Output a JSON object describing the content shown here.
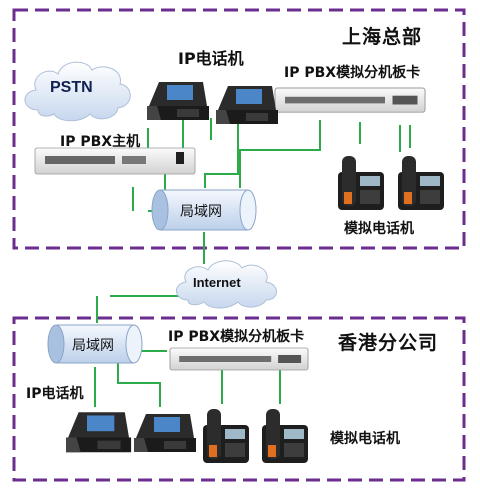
{
  "sites": {
    "hq": {
      "title": "上海总部"
    },
    "hk": {
      "title": "香港分公司"
    }
  },
  "labels": {
    "pstn": "PSTN",
    "internet": "Internet",
    "pbx_host": "IP PBX主机",
    "analog_card_hq": "IP PBX模拟分机板卡",
    "analog_card_hk": "IP PBX模拟分机板卡",
    "ip_phone_hq": "IP电话机",
    "ip_phone_hk": "IP电话机",
    "lan_hq": "局域网",
    "lan_hk": "局域网",
    "analog_phone_hq": "模拟电话机",
    "analog_phone_hk": "模拟电话机"
  },
  "colors": {
    "site_border": "#6b2d8f",
    "link_line": "#2bab49",
    "lan_fill": "#dce8f6",
    "cloud_fill": "#dfe9f6"
  }
}
